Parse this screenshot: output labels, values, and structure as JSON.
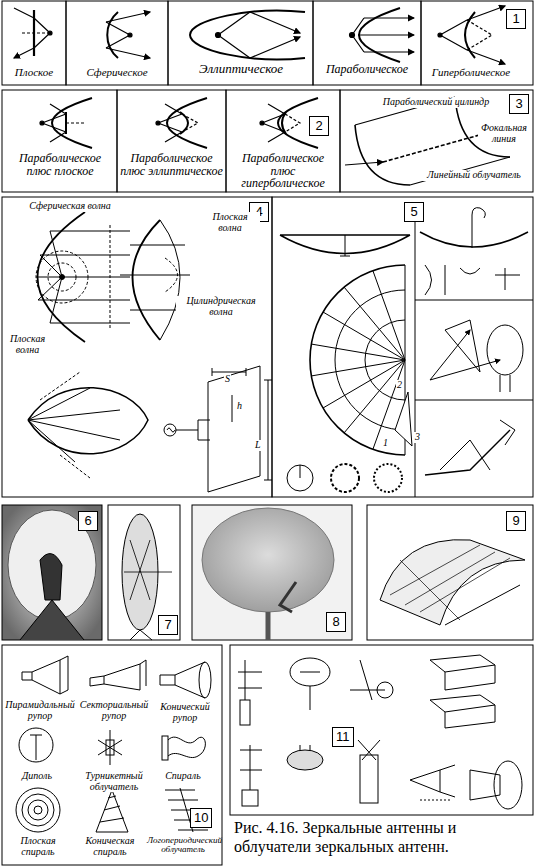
{
  "diagram": {
    "caption": "Рис. 4.16. Зеркальные антенны и облучатели зеркальных антенн.",
    "labels": [
      "Плоское",
      "Сферическое",
      "Эллиптическое",
      "Параболическое",
      "Гиперболическое",
      "1",
      "Параболическое плюс плоское",
      "Параболическое плюс эллиптическое",
      "Параболическое плюс гиперболическое",
      "2",
      "3",
      "Параболический цилиндр",
      "Фокальная линия",
      "Линейный облучатель",
      "4",
      "Сферическая волна",
      "Плоская волна",
      "Плоская волна",
      "Цилиндрическая волна",
      "S",
      "h",
      "L",
      "5",
      "1",
      "2",
      "3",
      "6",
      "7",
      "8",
      "9",
      "Пирамидальный рупор",
      "Секториальный рупор",
      "Конический рупор",
      "Диполь",
      "Турникетный облучатель",
      "Спираль",
      "Плоская спираль",
      "Коническая спираль",
      "Логопериодический облучатель",
      "10",
      "11"
    ]
  }
}
